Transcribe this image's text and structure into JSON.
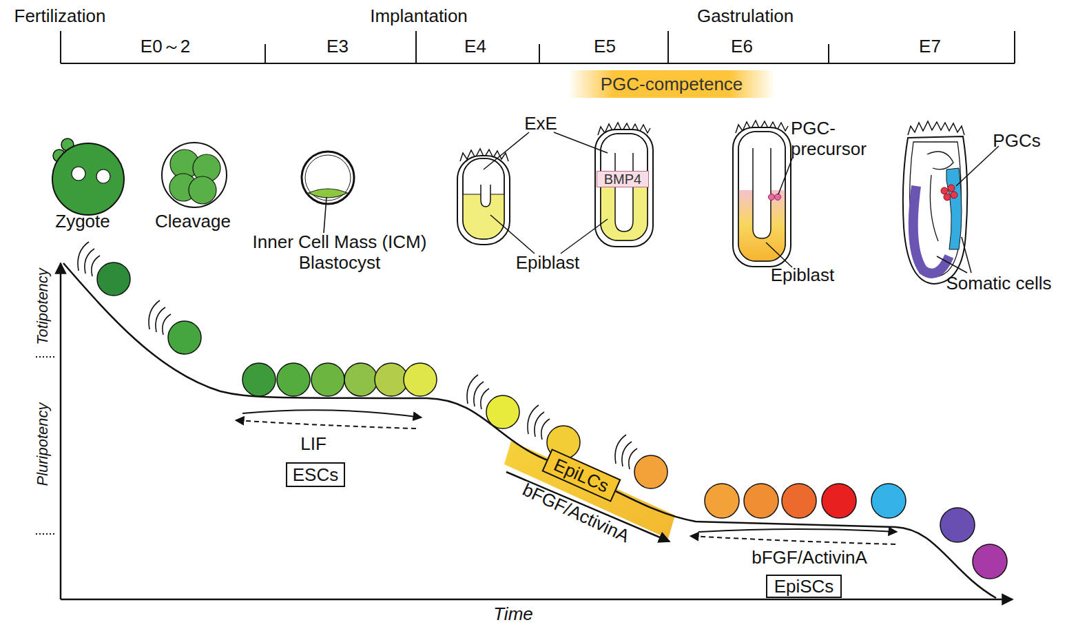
{
  "diagram": {
    "nodes": [
      {
        "text": [
          "PGC-competence"
        ]
      },
      {
        "text": [
          "BMP4"
        ]
      },
      {
        "text": [
          "ESCs"
        ]
      },
      {
        "text": [
          "EpiLCs"
        ]
      },
      {
        "text": [
          "EpiSCs"
        ]
      }
    ],
    "labels": [
      "Fertilization",
      "Implantation",
      "Gastrulation",
      "E0～2",
      "E3",
      "E4",
      "E5",
      "E6",
      "E7",
      "Zygote",
      "Cleavage",
      "Inner Cell Mass (ICM) Blastocyst",
      "ExE",
      "Epiblast",
      "PGC- precursor",
      "Epiblast",
      "PGCs",
      "Somatic cells",
      "Totipotency",
      "Pluripotency",
      "LIF",
      "bFGF/ActivinA",
      "bFGF/ActivinA",
      "Time"
    ]
  }
}
